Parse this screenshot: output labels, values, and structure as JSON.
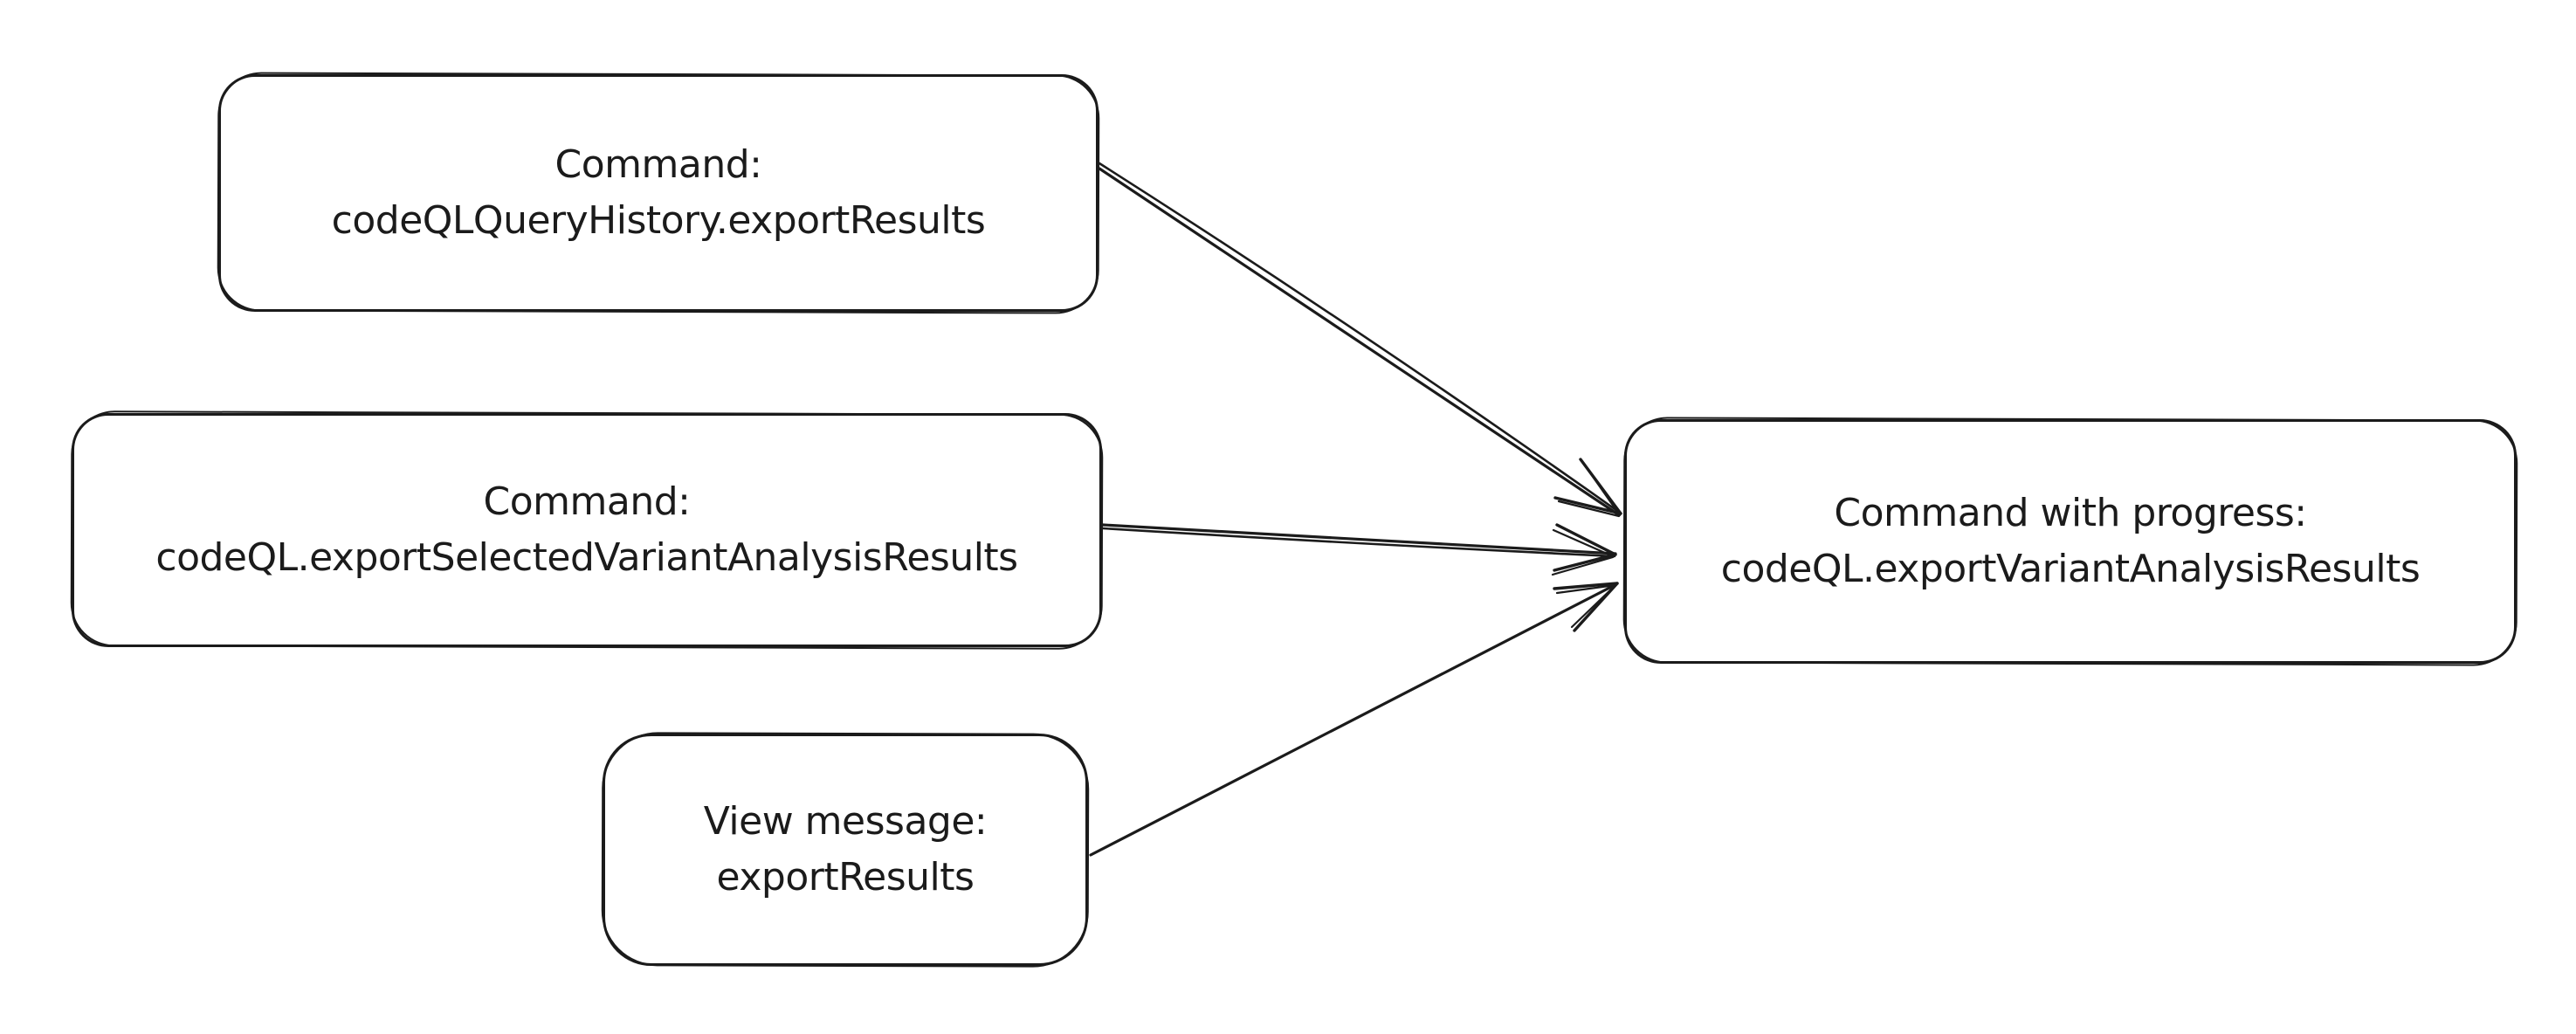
{
  "colors": {
    "stroke": "#1b1b1b",
    "background": "#ffffff"
  },
  "nodes": [
    {
      "lines": [
        "Command:",
        "codeQLQueryHistory.exportResults"
      ]
    },
    {
      "lines": [
        "Command:",
        "codeQL.exportSelectedVariantAnalysisResults"
      ]
    },
    {
      "lines": [
        "View message:",
        "exportResults"
      ]
    },
    {
      "lines": [
        "Command with progress:",
        "codeQL.exportVariantAnalysisResults"
      ]
    }
  ],
  "edges": [
    {
      "from": "Command: codeQLQueryHistory.exportResults",
      "to": "Command with progress: codeQL.exportVariantAnalysisResults"
    },
    {
      "from": "Command: codeQL.exportSelectedVariantAnalysisResults",
      "to": "Command with progress: codeQL.exportVariantAnalysisResults"
    },
    {
      "from": "View message: exportResults",
      "to": "Command with progress: codeQL.exportVariantAnalysisResults"
    }
  ]
}
